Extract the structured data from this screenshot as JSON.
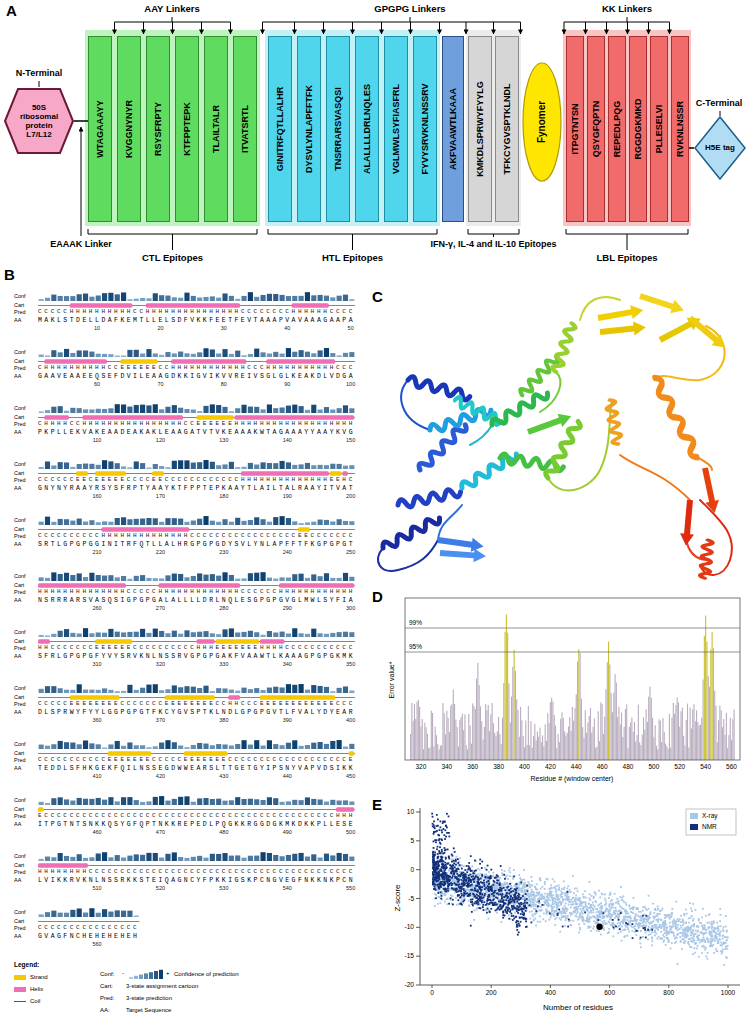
{
  "diagram": {
    "nodes": [
      {
        "text": [
          "50S ribosomal protein L7/L12"
        ]
      },
      {
        "text": [
          "WTAGAAAYY"
        ]
      },
      {
        "text": [
          "KVGGNYNYR"
        ]
      },
      {
        "text": [
          "RSYSFRPTY"
        ]
      },
      {
        "text": [
          "KTFPPTEPK"
        ]
      },
      {
        "text": [
          "TLAILTALR"
        ]
      },
      {
        "text": [
          "ITVATSRTL"
        ]
      },
      {
        "text": [
          "GINITRFQTLLALHR"
        ]
      },
      {
        "text": [
          "DYSVLYNLAPFFTFK"
        ]
      },
      {
        "text": [
          "TNSRRARSVASQSI"
        ]
      },
      {
        "text": [
          "ALALLLLDRLNQLES"
        ]
      },
      {
        "text": [
          "VGLMWLSYFIASFRL"
        ]
      },
      {
        "text": [
          "FYVYSRVKNLNSSRV"
        ]
      },
      {
        "text": [
          "AKFVAAWTLKAAA"
        ]
      },
      {
        "text": [
          "KMKDLSPRWYFYYLG"
        ]
      },
      {
        "text": [
          "TFKCYGVSPTKLNDL"
        ]
      },
      {
        "text": [
          "Fynomer"
        ]
      },
      {
        "text": [
          "ITPGTNTSN"
        ]
      },
      {
        "text": [
          "QSYGFQPTN"
        ]
      },
      {
        "text": [
          "REPEDLPQG"
        ]
      },
      {
        "text": [
          "RGGDGKMKD"
        ]
      },
      {
        "text": [
          "PLLESELVI"
        ]
      },
      {
        "text": [
          "RVKNLNSSR"
        ]
      },
      {
        "text": [
          "H5E tag"
        ]
      }
    ],
    "edges": [
      {
        "from": 0,
        "to": 1,
        "arrow": "none"
      },
      {
        "from": 22,
        "to": 23,
        "arrow": "none"
      }
    ],
    "labels": [
      "A",
      "AAY Linkers",
      "GPGPG Linkers",
      "KK Linkers",
      "N-Terminal",
      "C-Terminal",
      "EAAAK Linker",
      "CTL Epitopes",
      "HTL Epitopes",
      "IFN-γ, IL-4 and IL-10 Epitopes",
      "LBL Epitopes",
      "B",
      "Conf",
      "Cart",
      "Pred",
      "CCCCCHHHHHHHHHHCCHHHHHHHHHHHHHHHCCCCCCCCHHHHHHCCCC",
      "AA",
      "MAKLSTDELLDAFKEMTLLELSDFVKKFEETFEVTAAAPVAVAAAGAAPA",
      "10",
      "20",
      "30",
      "40",
      "50",
      "Conf",
      "Cart",
      "Pred",
      "CHHHHHHHHHHCCEEEEEECCHHHHHHHHHHHHCCCHHHHHHHHHHHCCC",
      "AA",
      "GAAVEAAEEQSEFDVILEAAGDKKIGVIKVVREIVSGLGLKEAKDLVDGA",
      "60",
      "70",
      "80",
      "90",
      "100",
      "Conf",
      "Cart",
      "Pred",
      "CHHHHCCHHHHHHHHHHHHHHHHCCEEEEEEHHHHHHHHHHHHHHHHHHH",
      "AA",
      "PKPLLEKVAKEAADEAKAKLEAAGATVTVKEAAAKWTAGAAAYYAAYKVG",
      "110",
      "120",
      "130",
      "140",
      "150",
      "Conf",
      "Cart",
      "Pred",
      "CCCCCCEECEEEEECCCCEECCCCCCCCCCCCHHHHHHHHHHHHHHEEHC",
      "AA",
      "GNYNYRAAYRSYSFRPTYAAYKTFPPTEPKAAYTLAILTALRAAYITVAT",
      "160",
      "170",
      "180",
      "190",
      "200",
      "Conf",
      "Cart",
      "Pred",
      "CCCCCCCCCCHHHHHHHHHHHHHHCCCCCCCCCCCCCCCCCEECCCCCCC",
      "AA",
      "SRTLGPGPGGINITRFQTLLALHRGPGPGDYSVLYNLAPFFTFKGPGPGT",
      "210",
      "220",
      "230",
      "240",
      "250",
      "Conf",
      "Cart",
      "Pred",
      "HHHHHHHHHHHHHHCCCCCHHHHHHHHHHHHHCCCCCCHHHHHHHHHHHH",
      "AA",
      "NSRRRARSVASQSIGPGPGALALLLLDRLNQLESGPGPGVGLMWLSYFIA",
      "260",
      "270",
      "280",
      "290",
      "300",
      "Conf",
      "Cart",
      "Pred",
      "HHCCCCCCCEEEEEECCCCCCCCCCHHHEEEEEEEHHHHCCCCCCCCCCC",
      "AA",
      "SFRLGPGPGFYVYSRVKNLNSSRVGPGPGAKFVAAWTLKAAAGPGPGKMK",
      "310",
      "320",
      "330",
      "340",
      "350",
      "Conf",
      "Cart",
      "Pred",
      "CCCCCEEEEEEEECCCCCCCEEEEEEEECCHHCCCEEEEEEEEEEEECCC",
      "AA",
      "DLSPRWYFYYLGGPGPGTFKCYGVSPTKLNDLGPGPGVTLFVALYDYEAR",
      "360",
      "370",
      "380",
      "390",
      "400",
      "Conf",
      "Cart",
      "Pred",
      "CCCCCCCCCCCEEEEEEECCCCCEEEEEEECCCCCCCCCCCCCCCCCCCE",
      "AA",
      "TEDDLSFHKGEKFQILNSSEGDWWEARSLTTGETGYIPSNYVAPVDSIKK",
      "410",
      "420",
      "430",
      "440",
      "450",
      "Conf",
      "Cart",
      "Pred",
      "ECCCCCCCCCCCCCCCCCCCCCCCCCCCCCCCCCCCCCCCCCCCCCCHHH",
      "AA",
      "ITPGTNTSNKKQSYGFQPTNKKREPEDLPQGKKRGGDGKMKDKKPLLESE",
      "460",
      "470",
      "480",
      "490",
      "500",
      "Conf",
      "Cart",
      "Pred",
      "HHHHHHHHCCCCCCCCCCCCCCCCCCCCCCCCCCCCCCCCCCCCCCCCCC",
      "AA",
      "LVIKKRVKNLNSSRKKSTEIQAGNCYFPKKIGSKPCNGVEGFNKKNKPCN",
      "510",
      "520",
      "530",
      "540",
      "550",
      "Conf",
      "Cart",
      "Pred",
      "CCCCCCCCCCCCCCCC",
      "AA",
      "GVAGFNCHEHEHEHEH",
      "560",
      "Legend:",
      "Conf:",
      "-",
      "+",
      "Confidence of prediction",
      "Cart:",
      "3-state assignment cartoon",
      "Pred:",
      "3-state prediction",
      "AA:",
      "Target Sequence",
      "C",
      "D",
      "99%",
      "95%",
      "Error value*",
      "320",
      "340",
      "360",
      "380",
      "400",
      "420",
      "440",
      "460",
      "480",
      "500",
      "520",
      "540",
      "560",
      "Residue # (window center)",
      "E",
      "Z-score",
      "Number of residues",
      "10",
      "5",
      "0",
      "-5",
      "-10",
      "-15",
      "-20",
      "0",
      "200",
      "400",
      "600",
      "800",
      "1000"
    ],
    "legend": [
      {
        "text": "Strand",
        "color": "#f5c800"
      },
      {
        "text": "Helix",
        "color": "#f06eb4"
      },
      {
        "text": "Coil"
      },
      {
        "text": "X-ray",
        "color": "#a8c6e6"
      },
      {
        "text": "NMR",
        "color": "#12307a"
      }
    ]
  }
}
